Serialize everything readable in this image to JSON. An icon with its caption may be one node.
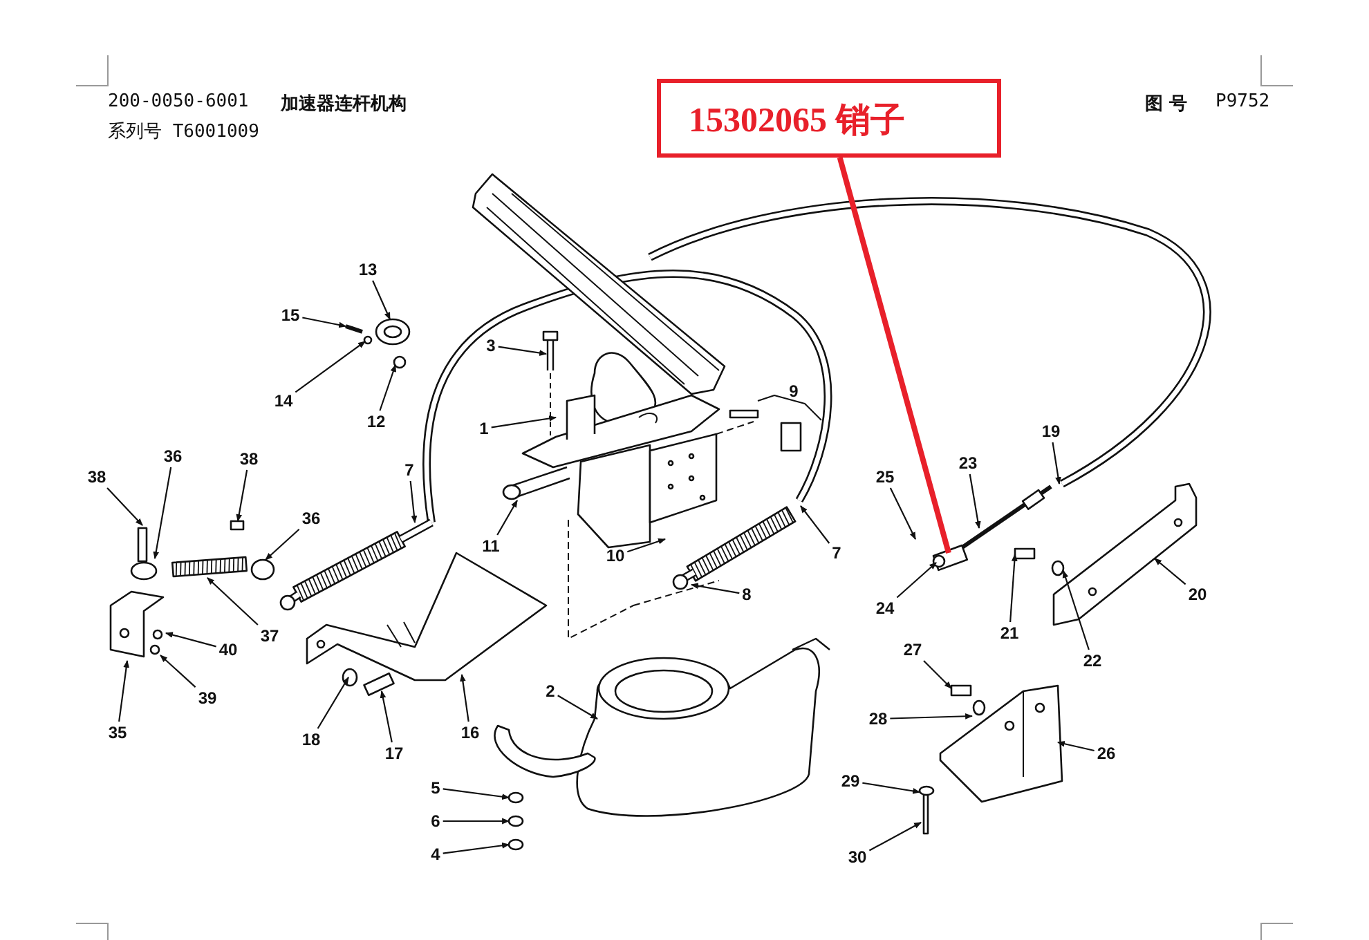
{
  "diagram": {
    "nodes": [
      {
        "text": [
          "15302065 销子"
        ]
      },
      {
        "text": [
          "13"
        ]
      },
      {
        "text": [
          "15"
        ]
      },
      {
        "text": [
          "14"
        ]
      },
      {
        "text": [
          "3"
        ]
      },
      {
        "text": [
          "12"
        ]
      },
      {
        "text": [
          "9"
        ]
      },
      {
        "text": [
          "1"
        ]
      },
      {
        "text": [
          "19"
        ]
      },
      {
        "text": [
          "7"
        ]
      },
      {
        "text": [
          "38"
        ]
      },
      {
        "text": [
          "38"
        ]
      },
      {
        "text": [
          "23"
        ]
      },
      {
        "text": [
          "7"
        ]
      },
      {
        "text": [
          "11"
        ]
      },
      {
        "text": [
          "36"
        ]
      },
      {
        "text": [
          "36"
        ]
      },
      {
        "text": [
          "10"
        ]
      },
      {
        "text": [
          "25"
        ]
      },
      {
        "text": [
          "24"
        ]
      },
      {
        "text": [
          "21"
        ]
      },
      {
        "text": [
          "8"
        ]
      },
      {
        "text": [
          "22"
        ]
      },
      {
        "text": [
          "37"
        ]
      },
      {
        "text": [
          "20"
        ]
      },
      {
        "text": [
          "40"
        ]
      },
      {
        "text": [
          "39"
        ]
      },
      {
        "text": [
          "2"
        ]
      },
      {
        "text": [
          "27"
        ]
      },
      {
        "text": [
          "16"
        ]
      },
      {
        "text": [
          "35"
        ]
      },
      {
        "text": [
          "18"
        ]
      },
      {
        "text": [
          "28"
        ]
      },
      {
        "text": [
          "17"
        ]
      },
      {
        "text": [
          "26"
        ]
      },
      {
        "text": [
          "29"
        ]
      },
      {
        "text": [
          "5"
        ]
      },
      {
        "text": [
          "6"
        ]
      },
      {
        "text": [
          "30"
        ]
      },
      {
        "text": [
          "4"
        ]
      }
    ],
    "edges": [
      {
        "from": 0,
        "to": null,
        "arrow": "none",
        "style": "thick",
        "color": "#e8202a"
      },
      {
        "from": 1,
        "to": null,
        "arrow": "to"
      },
      {
        "from": 2,
        "to": null,
        "arrow": "to"
      },
      {
        "from": 3,
        "to": null,
        "arrow": "to"
      },
      {
        "from": 4,
        "to": null,
        "arrow": "to"
      },
      {
        "from": 5,
        "to": null,
        "arrow": "to"
      },
      {
        "from": 7,
        "to": null,
        "arrow": "to"
      },
      {
        "from": 8,
        "to": null,
        "arrow": "to"
      },
      {
        "from": 9,
        "to": null,
        "arrow": "to"
      },
      {
        "from": 10,
        "to": null,
        "arrow": "to"
      },
      {
        "from": 11,
        "to": null,
        "arrow": "to"
      },
      {
        "from": 12,
        "to": null,
        "arrow": "to"
      },
      {
        "from": 13,
        "to": null,
        "arrow": "to"
      },
      {
        "from": 14,
        "to": null,
        "arrow": "to"
      },
      {
        "from": 15,
        "to": null,
        "arrow": "to"
      },
      {
        "from": 16,
        "to": null,
        "arrow": "to"
      },
      {
        "from": 17,
        "to": null,
        "arrow": "to"
      },
      {
        "from": 18,
        "to": null,
        "arrow": "to"
      },
      {
        "from": 19,
        "to": null,
        "arrow": "to"
      },
      {
        "from": 20,
        "to": null,
        "arrow": "to"
      },
      {
        "from": 21,
        "to": null,
        "arrow": "to"
      },
      {
        "from": 22,
        "to": null,
        "arrow": "to"
      },
      {
        "from": 23,
        "to": null,
        "arrow": "to"
      },
      {
        "from": 24,
        "to": null,
        "arrow": "to"
      },
      {
        "from": 25,
        "to": null,
        "arrow": "to"
      },
      {
        "from": 26,
        "to": null,
        "arrow": "to"
      },
      {
        "from": 27,
        "to": null,
        "arrow": "to"
      },
      {
        "from": 28,
        "to": null,
        "arrow": "to"
      },
      {
        "from": 29,
        "to": null,
        "arrow": "to"
      },
      {
        "from": 30,
        "to": null,
        "arrow": "to"
      },
      {
        "from": 31,
        "to": null,
        "arrow": "to"
      },
      {
        "from": 32,
        "to": null,
        "arrow": "to"
      },
      {
        "from": 33,
        "to": null,
        "arrow": "to"
      },
      {
        "from": 34,
        "to": null,
        "arrow": "to"
      },
      {
        "from": 35,
        "to": null,
        "arrow": "to"
      },
      {
        "from": 36,
        "to": null,
        "arrow": "to"
      },
      {
        "from": 37,
        "to": null,
        "arrow": "to"
      },
      {
        "from": 38,
        "to": null,
        "arrow": "to"
      },
      {
        "from": 39,
        "to": null,
        "arrow": "to"
      }
    ],
    "labels": [
      "200-0050-6001",
      "加速器连杆机构",
      "系列号 T6001009",
      "图 号",
      "P9752"
    ]
  }
}
